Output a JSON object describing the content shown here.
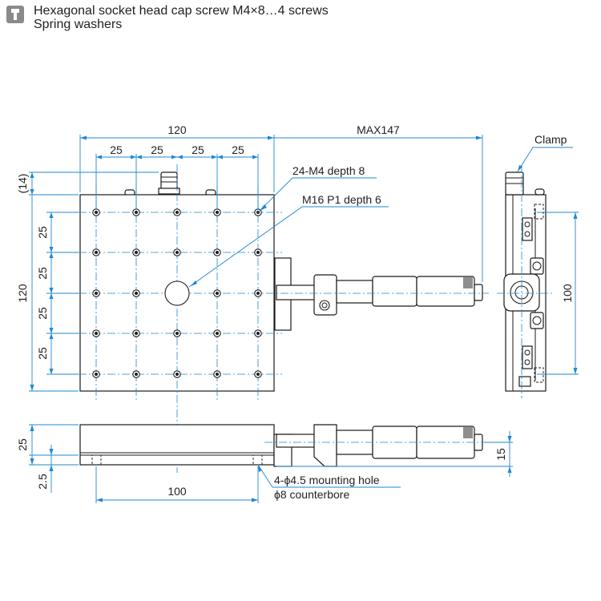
{
  "note": {
    "icon": "screw-icon",
    "line1": "Hexagonal socket head cap screw M4×8…4 screws",
    "line2": "Spring washers"
  },
  "dims": {
    "top_width": "120",
    "max_travel": "MAX147",
    "pitch": "25",
    "offset_top": "(14)",
    "left_height": "120",
    "side_height": "100",
    "front_height": "25",
    "front_base": "2.5",
    "front_mic_height": "15",
    "front_hole_span": "100"
  },
  "callouts": {
    "tapped_holes": "24-M4 depth 8",
    "center_hole": "M16 P1 depth 6",
    "clamp": "Clamp",
    "mounting_hole_1": "4-ϕ4.5 mounting hole",
    "mounting_hole_2": "ϕ8 counterbore"
  }
}
